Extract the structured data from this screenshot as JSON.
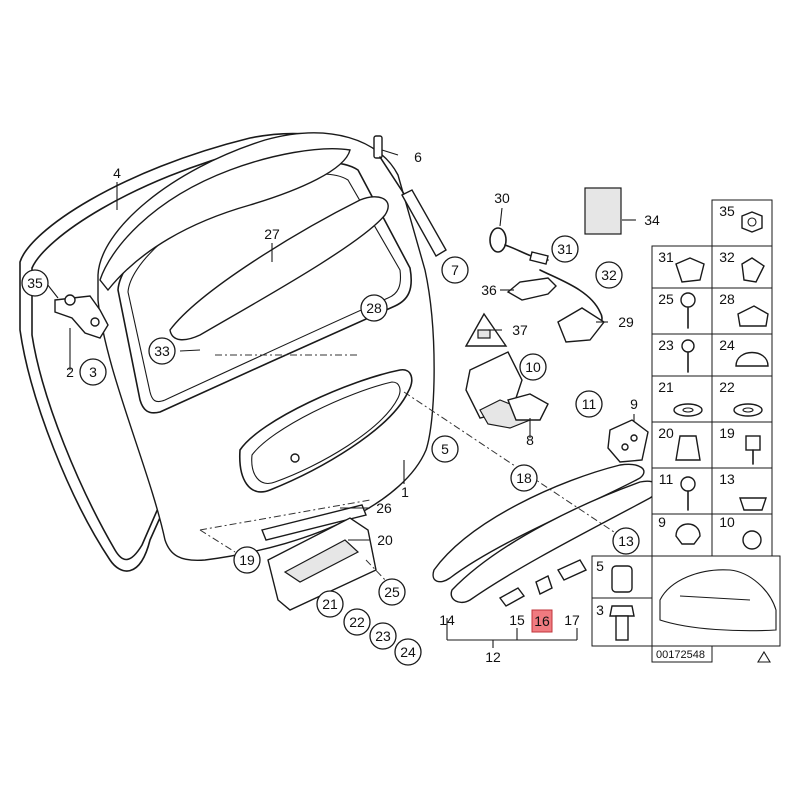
{
  "diagram": {
    "drawing_number": "00172548",
    "highlighted_part": "16",
    "callouts": [
      "1",
      "2",
      "3",
      "4",
      "5",
      "6",
      "7",
      "8",
      "9",
      "10",
      "11",
      "12",
      "13",
      "14",
      "15",
      "16",
      "17",
      "18",
      "19",
      "20",
      "21",
      "22",
      "23",
      "24",
      "25",
      "26",
      "27",
      "28",
      "29",
      "30",
      "31",
      "32",
      "33",
      "34",
      "35",
      "36",
      "37"
    ],
    "parts_grid": [
      "35",
      "31",
      "32",
      "25",
      "28",
      "23",
      "24",
      "21",
      "22",
      "20",
      "19",
      "11",
      "13",
      "9",
      "10",
      "5",
      "3"
    ]
  },
  "colors": {
    "line": "#1a1a1a",
    "highlight": "#f07b80"
  }
}
